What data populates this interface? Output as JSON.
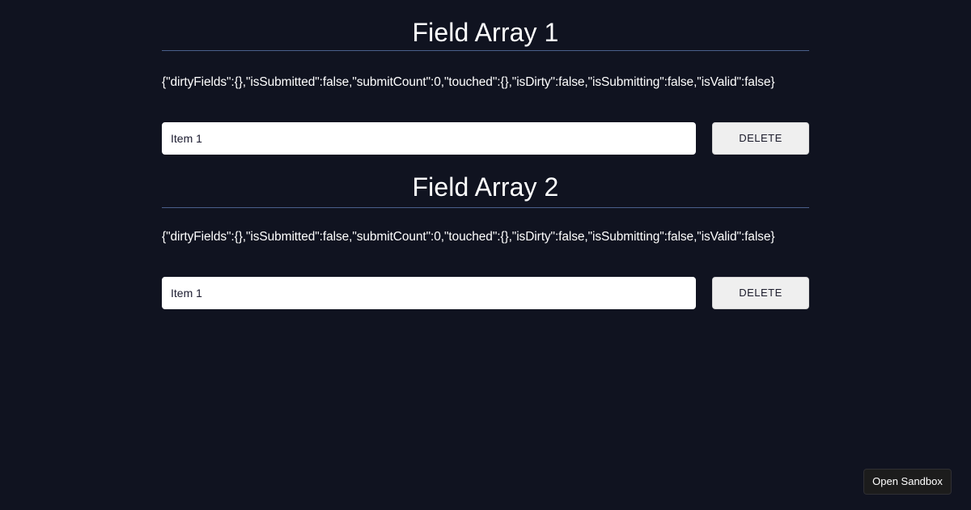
{
  "page": {
    "background_color": "#101320",
    "text_color": "#ffffff",
    "rule_color": "#4a5f8a"
  },
  "sections": [
    {
      "title": "Field Array 1",
      "form_state": "{\"dirtyFields\":{},\"isSubmitted\":false,\"submitCount\":0,\"touched\":{},\"isDirty\":false,\"isSubmitting\":false,\"isValid\":false}",
      "fields": [
        {
          "value": "Item 1",
          "placeholder": "",
          "delete_label": "DELETE"
        }
      ]
    },
    {
      "title": "Field Array 2",
      "form_state": "{\"dirtyFields\":{},\"isSubmitted\":false,\"submitCount\":0,\"touched\":{},\"isDirty\":false,\"isSubmitting\":false,\"isValid\":false}",
      "fields": [
        {
          "value": "Item 1",
          "placeholder": "",
          "delete_label": "DELETE"
        }
      ]
    }
  ],
  "sandbox": {
    "label": "Open Sandbox"
  }
}
